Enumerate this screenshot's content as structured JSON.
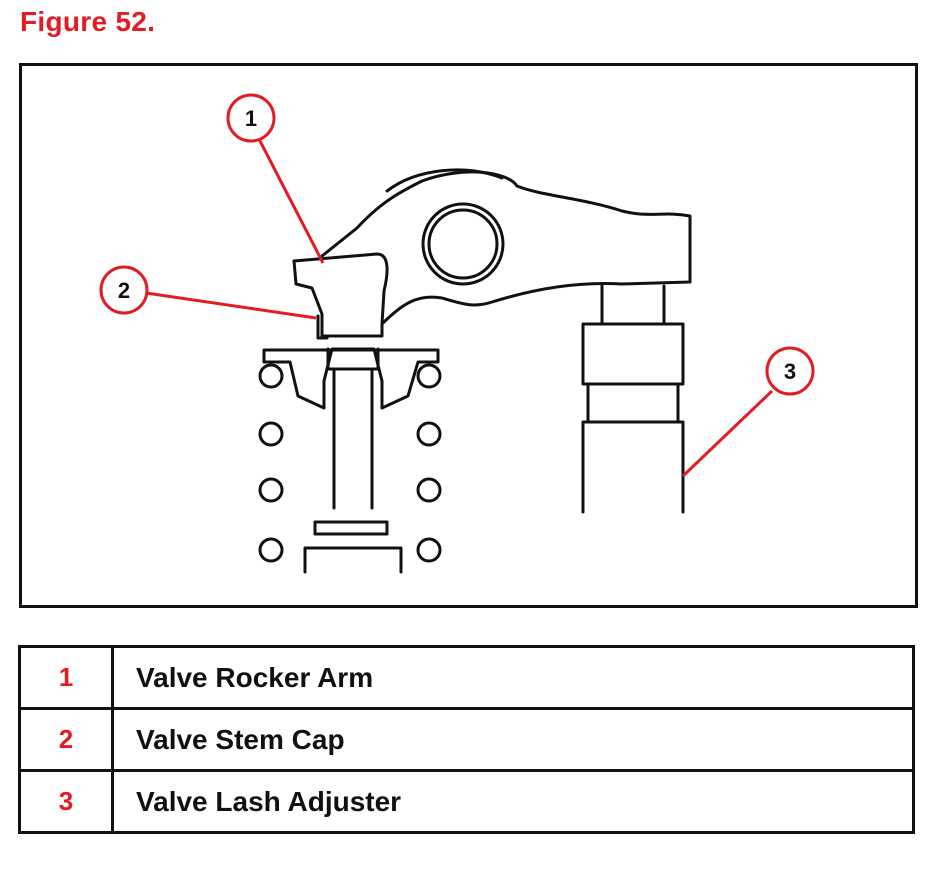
{
  "figure_title": "Figure 52.",
  "colors": {
    "accent": "#e31b23",
    "line": "#111111"
  },
  "callouts": [
    {
      "number": "1",
      "part": "Valve Rocker Arm"
    },
    {
      "number": "2",
      "part": "Valve Stem Cap"
    },
    {
      "number": "3",
      "part": "Valve Lash Adjuster"
    }
  ]
}
